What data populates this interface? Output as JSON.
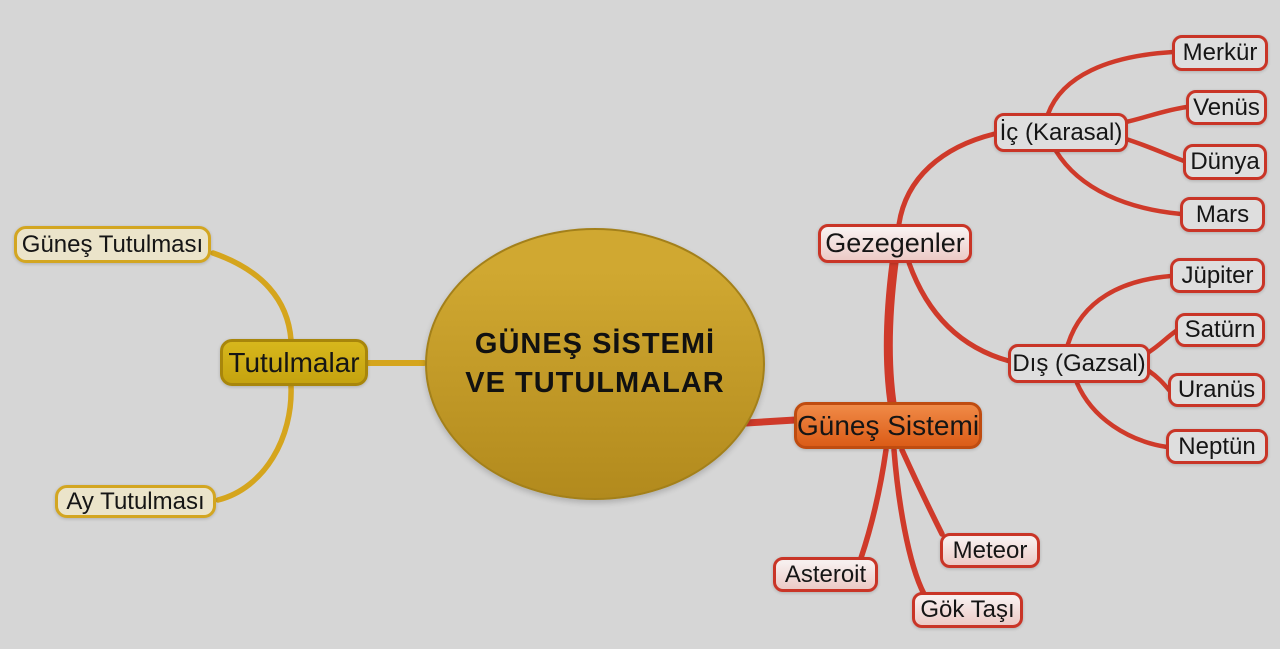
{
  "central": {
    "line1": "GÜNEŞ SİSTEMİ",
    "line2": "VE TUTULMALAR"
  },
  "eclipses": {
    "label": "Tutulmalar",
    "solar": "Güneş Tutulması",
    "lunar": "Ay Tutulması"
  },
  "solar_system": {
    "label": "Güneş Sistemi",
    "planets": {
      "label": "Gezegenler",
      "inner": {
        "label": "İç (Karasal)",
        "items": [
          "Merkür",
          "Venüs",
          "Dünya",
          "Mars"
        ]
      },
      "outer": {
        "label": "Dış (Gazsal)",
        "items": [
          "Jüpiter",
          "Satürn",
          "Uranüs",
          "Neptün"
        ]
      }
    },
    "asteroit": "Asteroit",
    "meteor": "Meteor",
    "gok_tasi": "Gök Taşı"
  },
  "colors": {
    "background": "#d6d6d6",
    "branch_gold": "#d5a51d",
    "branch_red": "#cf3a2a",
    "ellipse_top": "#d0a831",
    "ellipse_bottom": "#b28a1d",
    "ellipse_border": "#a3801a",
    "gold_node_top": "#d7b71c",
    "gold_node_bottom": "#c5a30f",
    "gold_node_border": "#a8860b",
    "cream_fill": "#ebe4ca",
    "cream_border": "#d3a621",
    "gray_fill": "#dedede",
    "red_border": "#c93527",
    "pink_top": "#f7efee",
    "pink_bottom": "#eccac6",
    "orange_top": "#f08a47",
    "orange_bottom": "#db5c17",
    "orange_border": "#bf4c10"
  }
}
